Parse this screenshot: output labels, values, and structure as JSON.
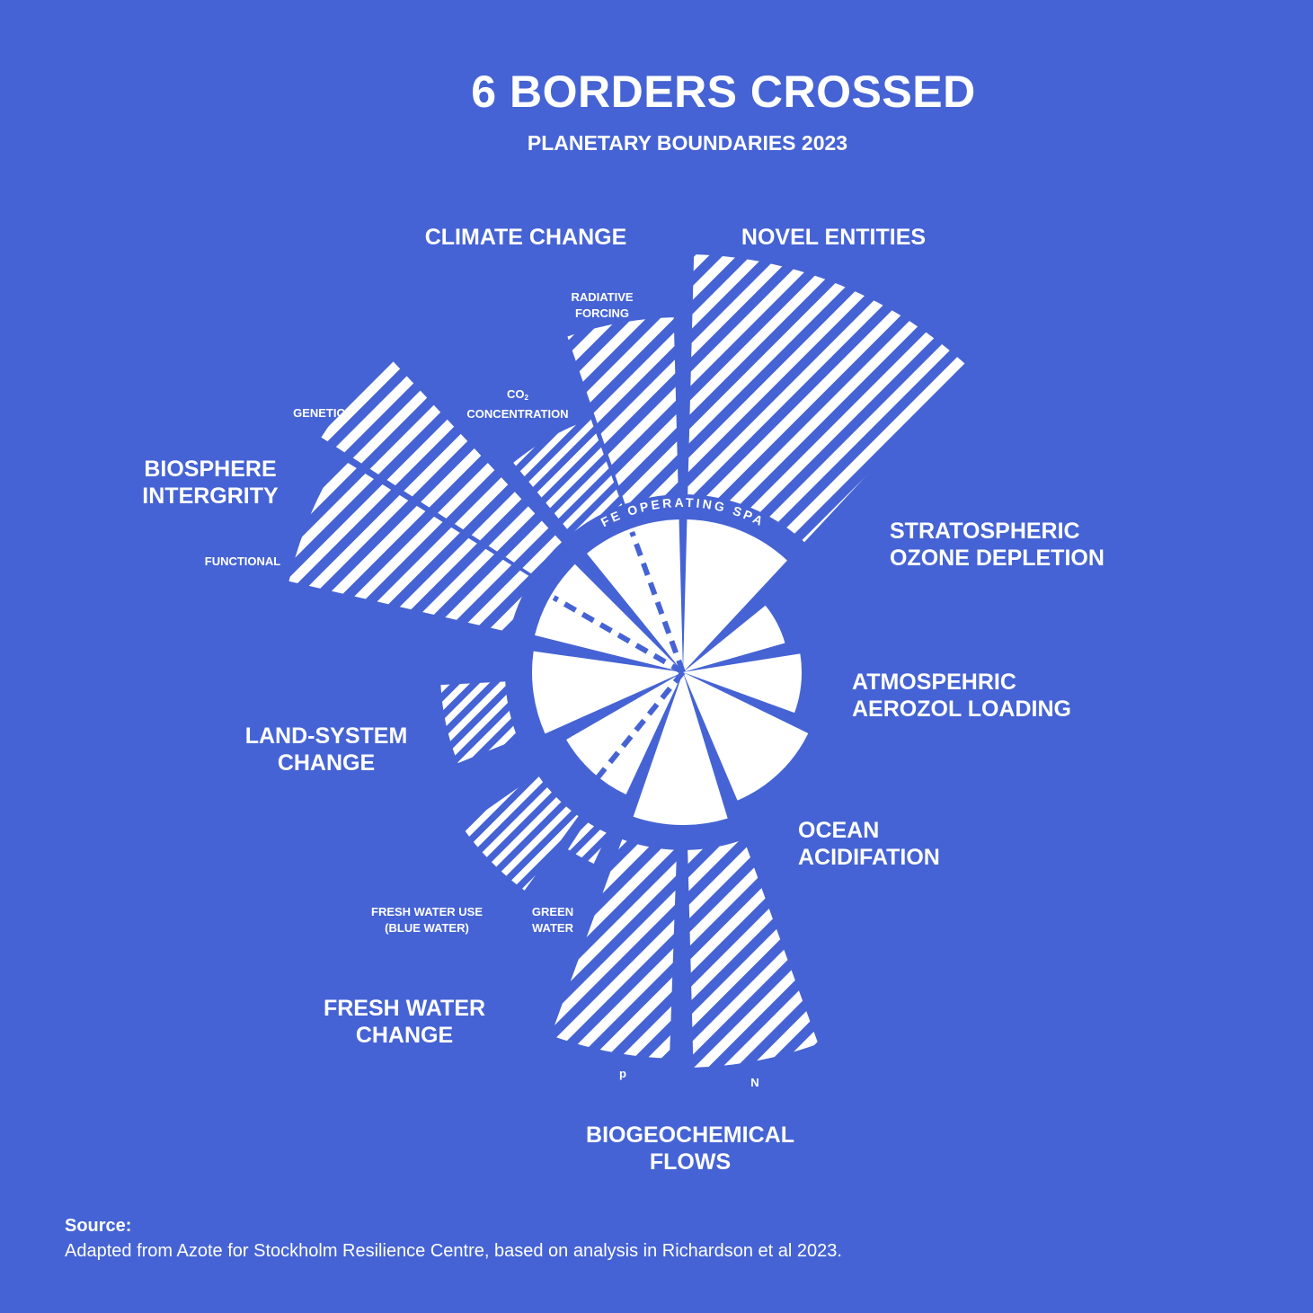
{
  "colors": {
    "background": "#4563d4",
    "foreground": "#ffffff"
  },
  "title": "6 BORDERS CROSSED",
  "subtitle": "PLANETARY BOUNDARIES 2023",
  "center_label": "SAFE OPERATING SPACE",
  "boundaries": {
    "climate_change": "CLIMATE CHANGE",
    "novel_entities": "NOVEL ENTITIES",
    "stratospheric_ozone": [
      "STRATOSPHERIC",
      "OZONE DEPLETION"
    ],
    "aerosol_loading": [
      "ATMOSPEHRIC",
      "AEROZOL LOADING"
    ],
    "ocean_acidification": [
      "OCEAN",
      "ACIDIFATION"
    ],
    "biogeochemical_flows": [
      "BIOGEOCHEMICAL",
      "FLOWS"
    ],
    "fresh_water_change": [
      "FRESH WATER",
      "CHANGE"
    ],
    "land_system_change": [
      "LAND-SYSTEM",
      "CHANGE"
    ],
    "biosphere_integrity": [
      "BIOSPHERE",
      "INTERGRITY"
    ]
  },
  "sub_labels": {
    "radiative_forcing": [
      "RADIATIVE",
      "FORCING"
    ],
    "co2_concentration": {
      "co": "CO",
      "sub": "2",
      "line2": "CONCENTRATION"
    },
    "genetic": "GENETIC",
    "functional": "FUNCTIONAL",
    "blue_water": [
      "FRESH WATER USE",
      "(BLUE WATER)"
    ],
    "green_water": [
      "GREEN",
      "WATER"
    ],
    "phosphorus": "p",
    "nitrogen": "N"
  },
  "source": {
    "heading": "Source:",
    "text": "Adapted from Azote for Stockholm Resilience Centre, based on analysis in Richardson et al 2023."
  }
}
